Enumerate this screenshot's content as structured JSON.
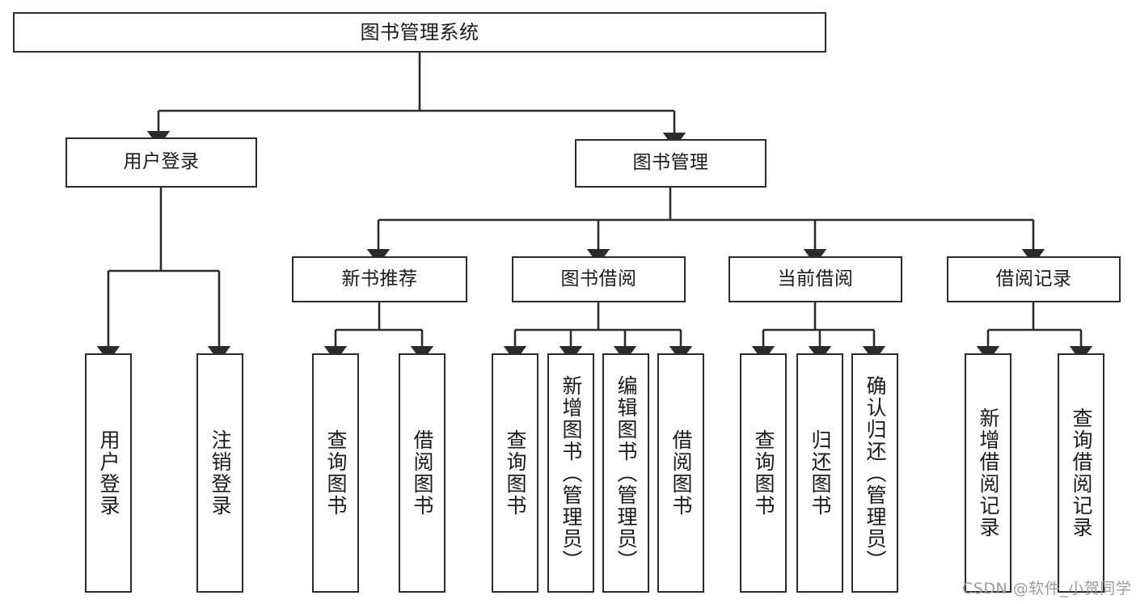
{
  "diagram": {
    "title": "图书管理系统",
    "type": "tree-hierarchy-diagram",
    "root": {
      "id": "root",
      "label": "图书管理系统"
    },
    "level1": [
      {
        "id": "user-login",
        "label": "用户登录"
      },
      {
        "id": "book-management",
        "label": "图书管理"
      }
    ],
    "level2": [
      {
        "id": "new-book-recommend",
        "label": "新书推荐"
      },
      {
        "id": "book-borrow",
        "label": "图书借阅"
      },
      {
        "id": "current-borrow",
        "label": "当前借阅"
      },
      {
        "id": "borrow-record",
        "label": "借阅记录"
      }
    ],
    "leaves": {
      "user_login": [
        {
          "id": "leaf-user-login",
          "label": "用户登录"
        },
        {
          "id": "leaf-logout",
          "label": "注销登录"
        }
      ],
      "new_book_recommend": [
        {
          "id": "leaf-query-book-1",
          "label": "查询图书"
        },
        {
          "id": "leaf-borrow-book-1",
          "label": "借阅图书"
        }
      ],
      "book_borrow": [
        {
          "id": "leaf-query-book-2",
          "label": "查询图书"
        },
        {
          "id": "leaf-add-book",
          "label": "新增图书（管理员）"
        },
        {
          "id": "leaf-edit-book",
          "label": "编辑图书（管理员）"
        },
        {
          "id": "leaf-borrow-book-2",
          "label": "借阅图书"
        }
      ],
      "current_borrow": [
        {
          "id": "leaf-query-book-3",
          "label": "查询图书"
        },
        {
          "id": "leaf-return-book",
          "label": "归还图书"
        },
        {
          "id": "leaf-confirm-return",
          "label": "确认归还（管理员）"
        }
      ],
      "borrow_record": [
        {
          "id": "leaf-add-record",
          "label": "新增借阅记录"
        },
        {
          "id": "leaf-query-record",
          "label": "查询借阅记录"
        }
      ]
    }
  },
  "watermark": {
    "text": "CSDN @软件_小贺同学"
  },
  "colors": {
    "background": "#ffffff",
    "box_border": "#2b2b2b",
    "box_fill": "#ffffff",
    "edge": "#2b2b2b",
    "text": "#1a1a1a",
    "watermark": "#9b9b9b"
  }
}
